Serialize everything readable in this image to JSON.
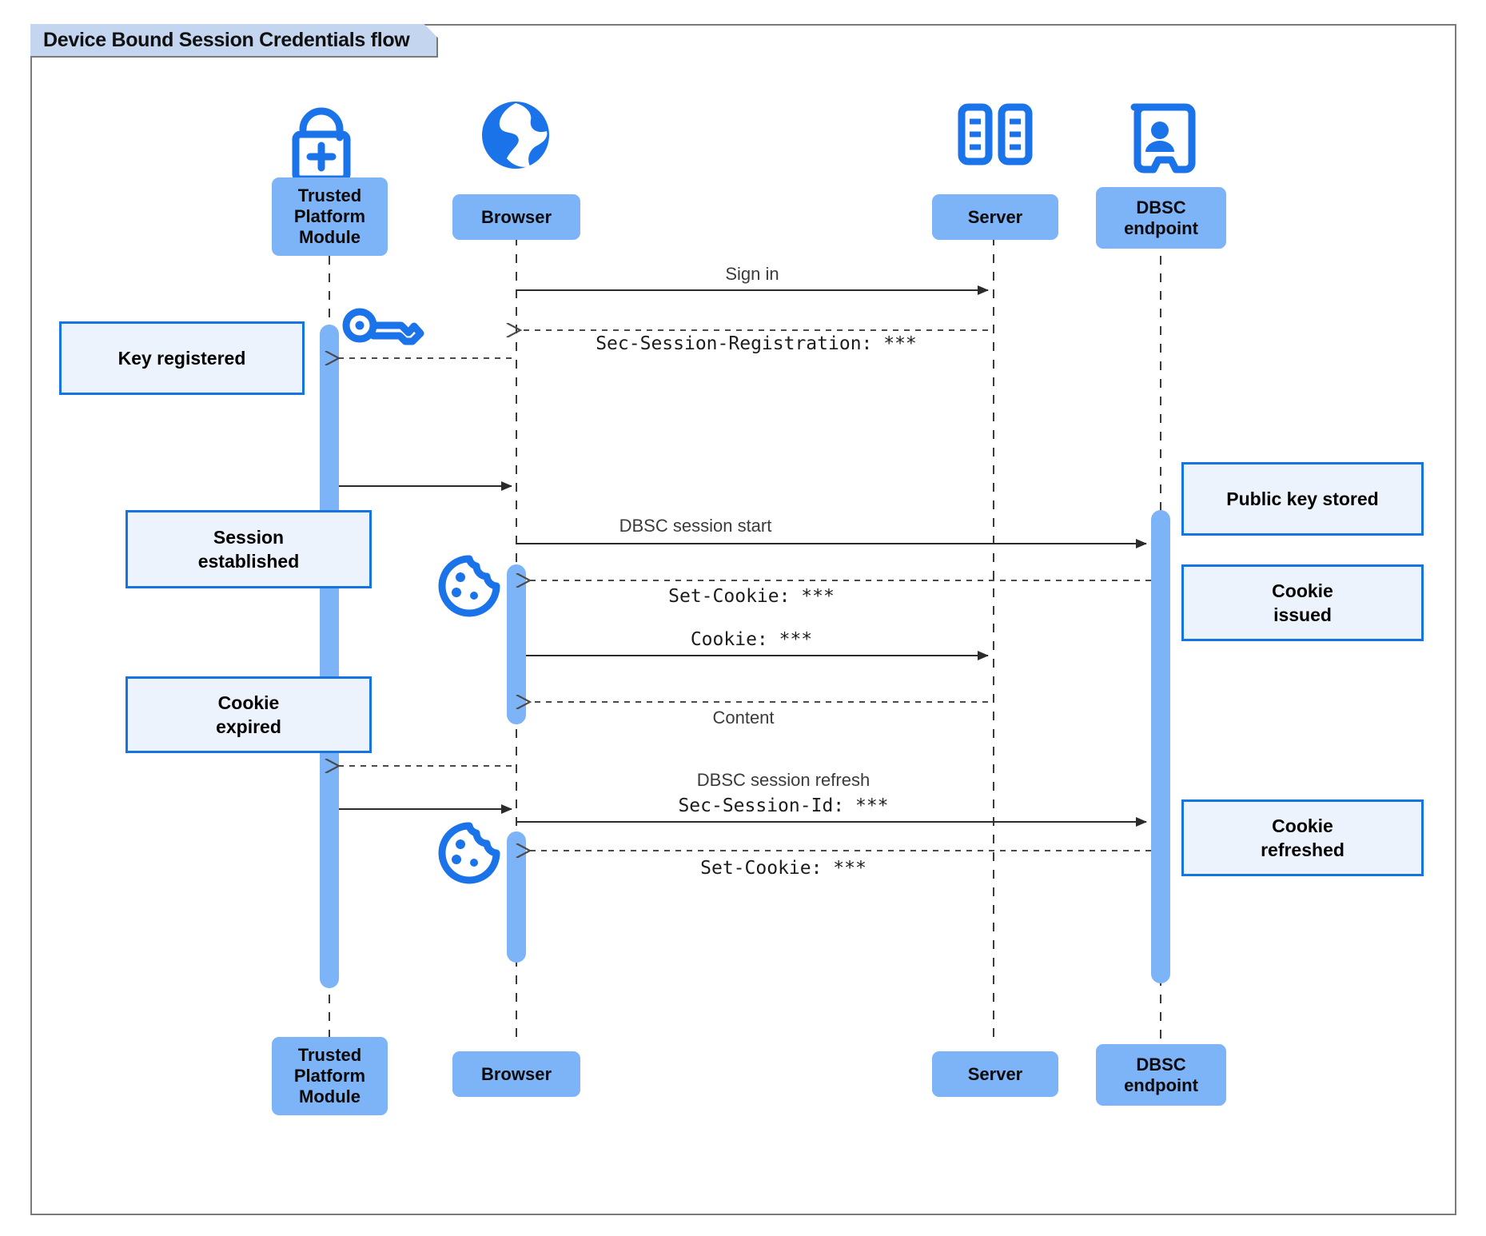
{
  "diagram": {
    "title": "Device Bound Session Credentials flow",
    "type": "sequence-diagram",
    "colors": {
      "participant_fill": "#7db3f7",
      "note_fill": "#ecf3fd",
      "note_border": "#1574e0",
      "activation_fill": "#7db3f7",
      "icon_blue": "#1a73e8",
      "frame_border": "#7a7a7a",
      "title_fill": "#c3d5ef",
      "line": "#333333"
    }
  },
  "participants": [
    {
      "id": "tpm",
      "label": "Trusted\nPlatform\nModule",
      "label_line1": "Trusted",
      "label_line2": "Platform",
      "label_line3": "Module",
      "icon": "lock-plus-icon"
    },
    {
      "id": "browser",
      "label": "Browser",
      "icon": "globe-icon"
    },
    {
      "id": "server",
      "label": "Server",
      "icon": "server-rack-icon"
    },
    {
      "id": "dbsc",
      "label": "DBSC\nendpoint",
      "label_line1": "DBSC",
      "label_line2": "endpoint",
      "icon": "id-badge-icon"
    }
  ],
  "messages": [
    {
      "id": "m1",
      "text": "Sign in",
      "style": "plain",
      "from": "browser",
      "to": "server",
      "arrow": "solid"
    },
    {
      "id": "m2",
      "text": "Sec-Session-Registration: ***",
      "style": "mono",
      "from": "server",
      "to": "browser",
      "arrow": "dashed"
    },
    {
      "id": "m3",
      "text": "DBSC session start",
      "style": "plain",
      "from": "browser",
      "to": "dbsc",
      "arrow": "solid"
    },
    {
      "id": "m4",
      "text": "Set-Cookie: ***",
      "style": "mono",
      "from": "dbsc",
      "to": "browser",
      "arrow": "dashed"
    },
    {
      "id": "m5",
      "text": "Cookie: ***",
      "style": "mono",
      "from": "browser",
      "to": "server",
      "arrow": "solid"
    },
    {
      "id": "m6",
      "text": "Content",
      "style": "plain",
      "from": "server",
      "to": "browser",
      "arrow": "dashed"
    },
    {
      "id": "m7",
      "text": "DBSC session refresh",
      "style": "plain",
      "from": "browser",
      "to": "dbsc",
      "arrow": "solid"
    },
    {
      "id": "m8",
      "text": "Sec-Session-Id: ***",
      "style": "mono",
      "from": "browser",
      "to": "dbsc",
      "arrow": "solid"
    },
    {
      "id": "m9",
      "text": "Set-Cookie: ***",
      "style": "mono",
      "from": "dbsc",
      "to": "browser",
      "arrow": "dashed"
    }
  ],
  "notes": [
    {
      "id": "n1",
      "text": "Key registered",
      "line1": "Key registered",
      "side": "left",
      "near": "tpm"
    },
    {
      "id": "n2",
      "text": "Session established",
      "line1": "Session",
      "line2": "established",
      "side": "left",
      "near": "tpm"
    },
    {
      "id": "n3",
      "text": "Cookie expired",
      "line1": "Cookie",
      "line2": "expired",
      "side": "left",
      "near": "tpm"
    },
    {
      "id": "n4",
      "text": "Public key stored",
      "line1": "Public key stored",
      "side": "right",
      "near": "dbsc"
    },
    {
      "id": "n5",
      "text": "Cookie issued",
      "line1": "Cookie",
      "line2": "issued",
      "side": "right",
      "near": "dbsc"
    },
    {
      "id": "n6",
      "text": "Cookie refreshed",
      "line1": "Cookie",
      "line2": "refreshed",
      "side": "right",
      "near": "dbsc"
    }
  ],
  "inline_icons": [
    {
      "id": "key1",
      "name": "key-icon",
      "near": "tpm"
    },
    {
      "id": "cookie1",
      "name": "cookie-icon",
      "near": "browser"
    },
    {
      "id": "cookie2",
      "name": "cookie-icon",
      "near": "browser"
    }
  ]
}
